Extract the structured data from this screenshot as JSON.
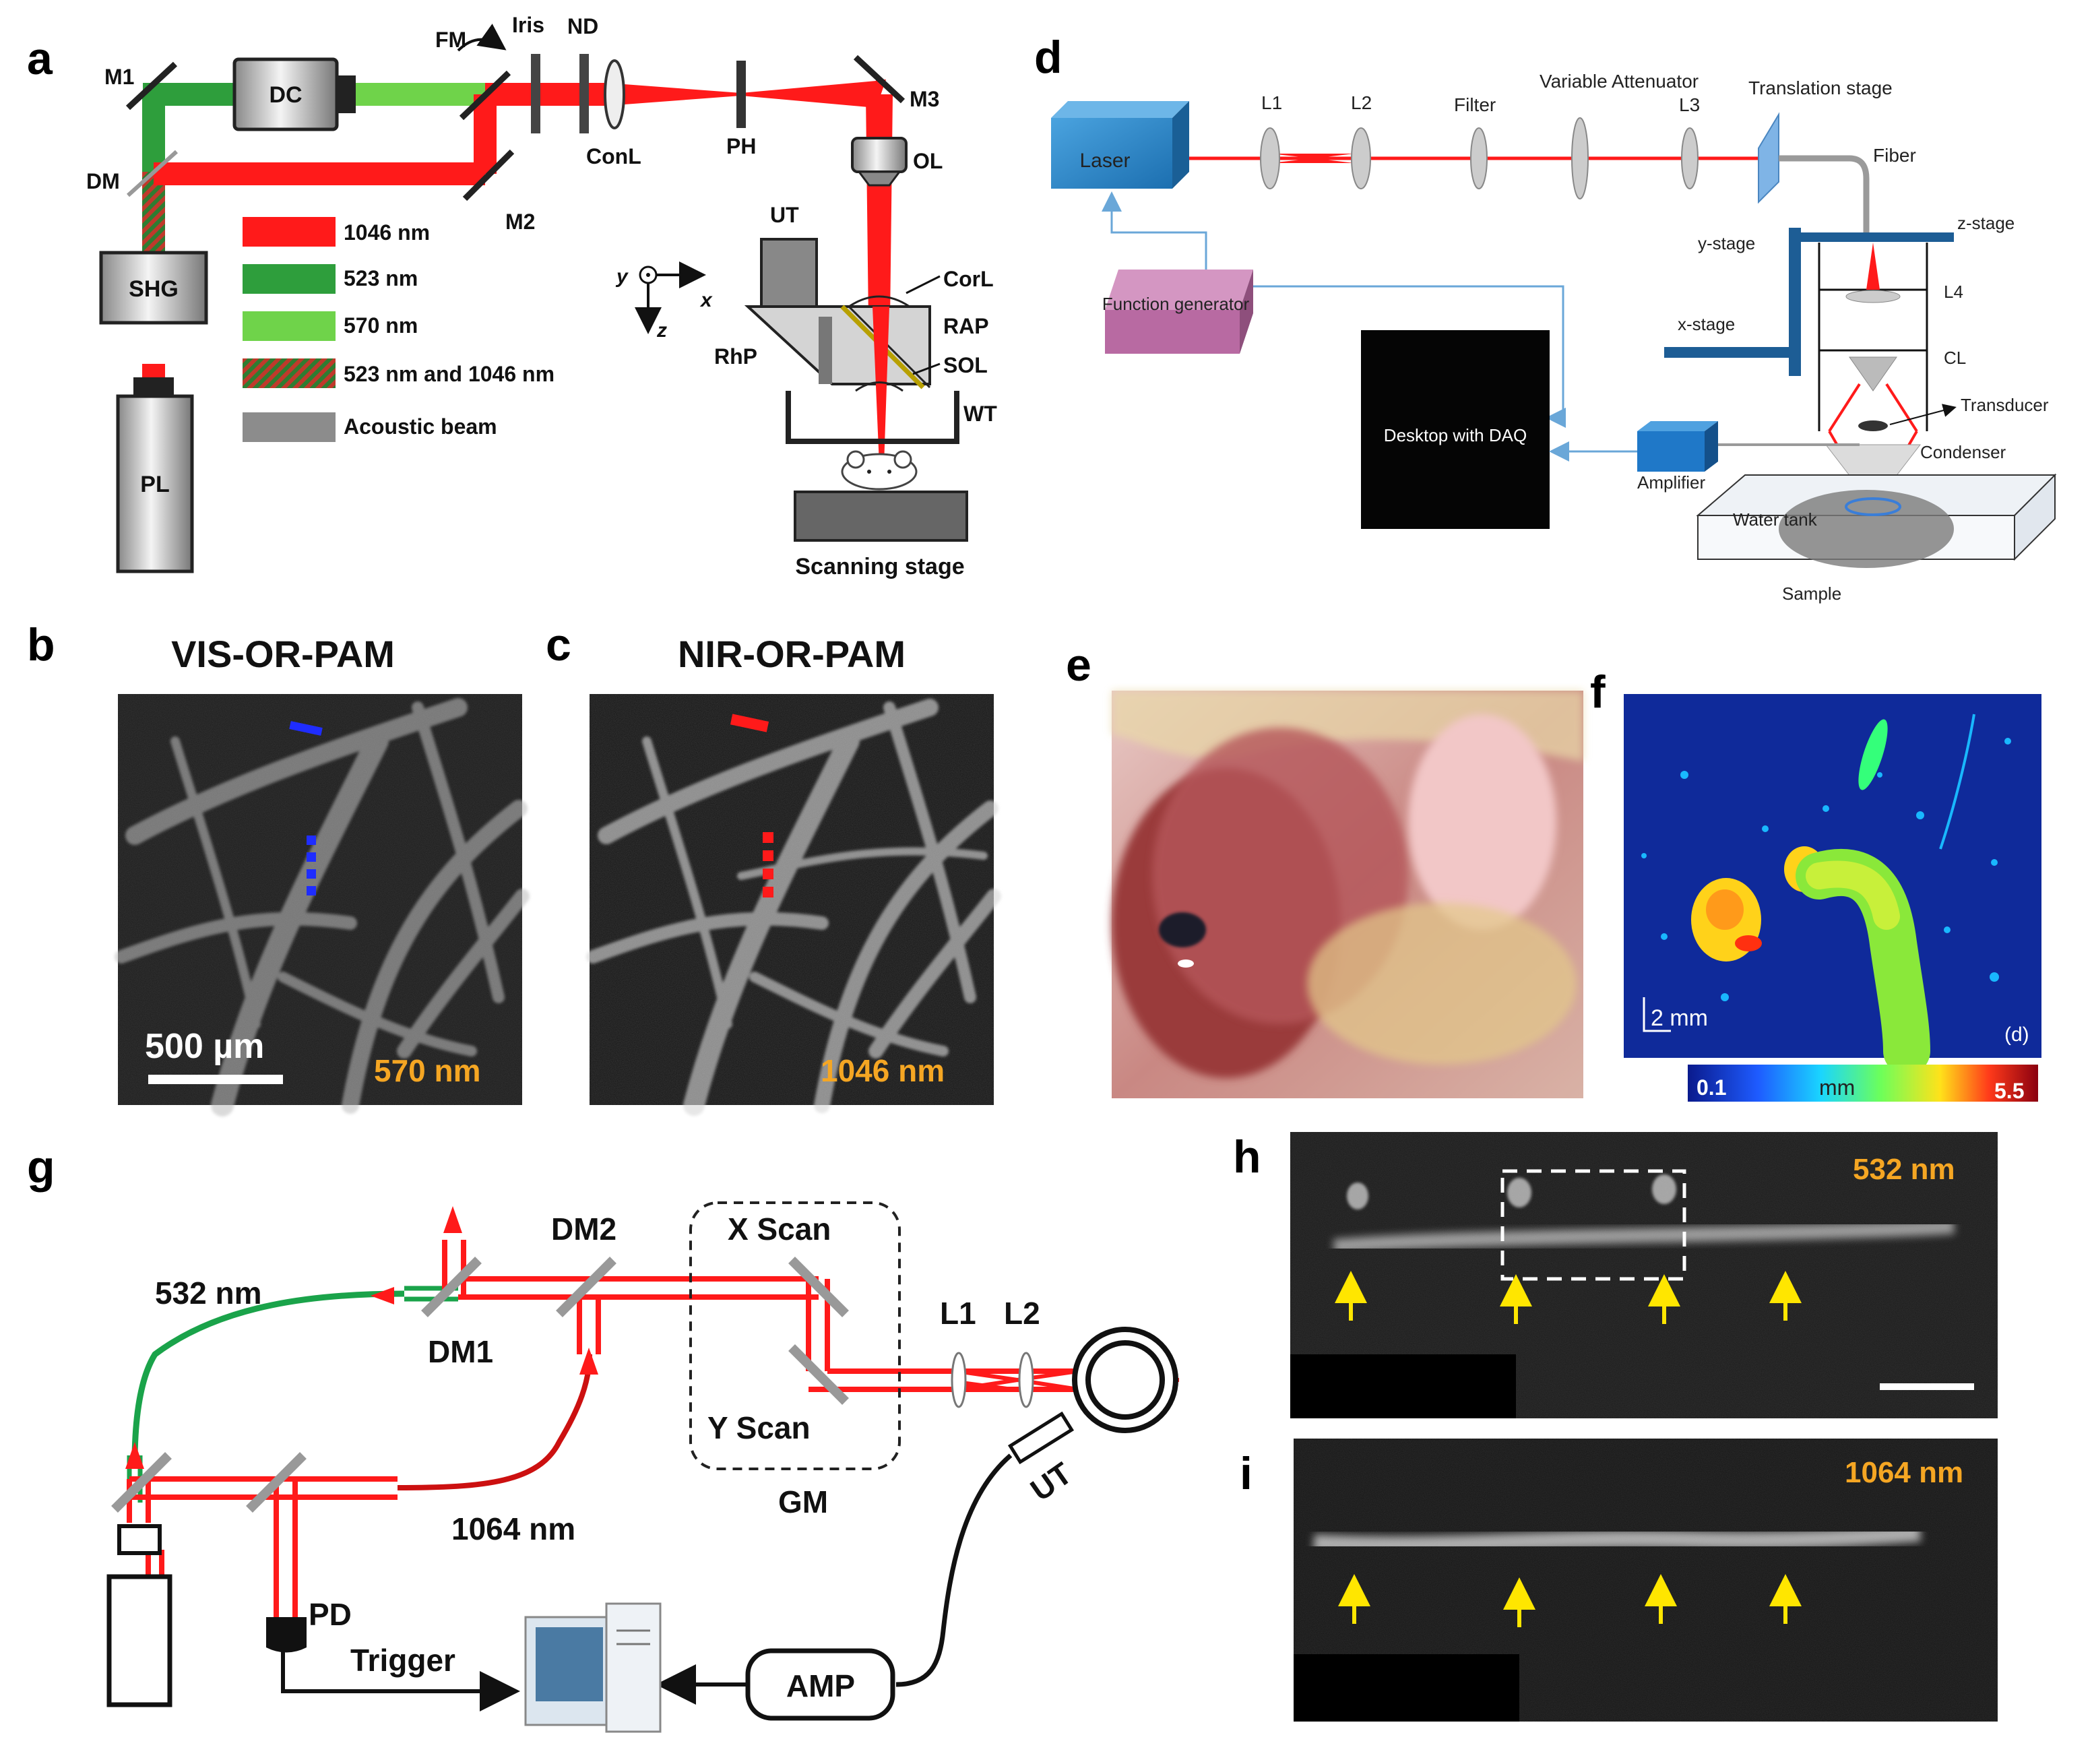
{
  "panel_letters": {
    "a": "a",
    "b": "b",
    "c": "c",
    "d": "d",
    "e": "e",
    "f": "f",
    "g": "g",
    "h": "h",
    "i": "i"
  },
  "panel_a": {
    "components": {
      "M1": "M1",
      "DC": "DC",
      "FM": "FM",
      "Iris": "Iris",
      "ND": "ND",
      "ConL": "ConL",
      "PH": "PH",
      "M3": "M3",
      "OL": "OL",
      "DM": "DM",
      "M2": "M2",
      "SHG": "SHG",
      "PL": "PL",
      "UT": "UT",
      "CorL": "CorL",
      "RAP": "RAP",
      "RhP": "RhP",
      "SOL": "SOL",
      "WT": "WT",
      "stage": "Scanning stage"
    },
    "axes": {
      "y": "y",
      "x": "x",
      "z": "z"
    },
    "legend": [
      {
        "label": "1046 nm",
        "color": "#ff1a1a"
      },
      {
        "label": "523 nm",
        "color": "#2e9e3c"
      },
      {
        "label": "570 nm",
        "color": "#6fd34a"
      },
      {
        "label": "523 nm and 1046 nm",
        "color": "#a0522d"
      },
      {
        "label": "Acoustic beam",
        "color": "#8c8c8c"
      }
    ]
  },
  "panel_b": {
    "title": "VIS-OR-PAM",
    "scale": "500 µm",
    "wavelength": "570 nm"
  },
  "panel_c": {
    "title": "NIR-OR-PAM",
    "wavelength": "1046 nm"
  },
  "panel_d": {
    "components": {
      "laser": "Laser",
      "L1": "L1",
      "L2": "L2",
      "filter": "Filter",
      "atten": "Variable Attenuator",
      "L3": "L3",
      "tstage": "Translation stage",
      "fiber": "Fiber",
      "ystage": "y-stage",
      "zstage": "z-stage",
      "L4": "L4",
      "xstage": "x-stage",
      "CL": "CL",
      "transducer": "Transducer",
      "fgen": "Function generator",
      "daq": "Desktop with DAQ",
      "amp": "Amplifier",
      "condenser": "Condenser",
      "water": "Water tank",
      "sample": "Sample"
    }
  },
  "panel_f": {
    "scale": "2 mm",
    "tag": "(d)",
    "cb_min": "0.1",
    "cb_unit": "mm",
    "cb_max": "5.5"
  },
  "panel_g": {
    "components": {
      "w532": "532 nm",
      "DM2": "DM2",
      "xscan": "X Scan",
      "L1": "L1",
      "L2": "L2",
      "DM1": "DM1",
      "yscan": "Y Scan",
      "UT": "UT",
      "GM": "GM",
      "w1064": "1064 nm",
      "PD": "PD",
      "trigger": "Trigger",
      "amp": "AMP"
    }
  },
  "panel_h": {
    "wavelength": "532 nm"
  },
  "panel_i": {
    "wavelength": "1064 nm"
  }
}
